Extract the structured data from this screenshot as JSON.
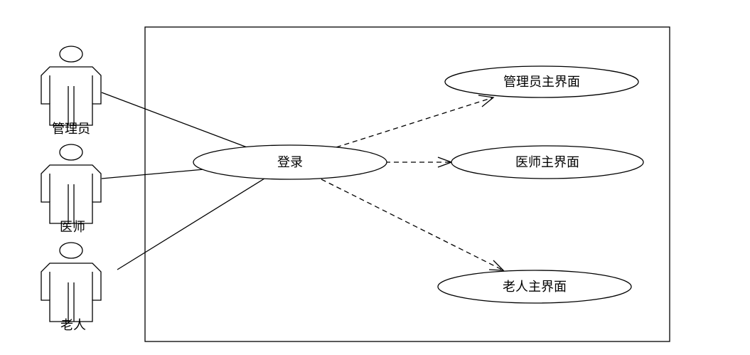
{
  "actors": [
    {
      "id": "admin",
      "label": "管理员"
    },
    {
      "id": "doctor",
      "label": "医师"
    },
    {
      "id": "elder",
      "label": "老人"
    }
  ],
  "use_cases": {
    "login": {
      "label": "登录"
    },
    "admin_main": {
      "label": "管理员主界面"
    },
    "doctor_main": {
      "label": "医师主界面"
    },
    "elder_main": {
      "label": "老人主界面"
    }
  },
  "relations": [
    {
      "from": "admin",
      "to": "login",
      "type": "association"
    },
    {
      "from": "doctor",
      "to": "login",
      "type": "association"
    },
    {
      "from": "elder",
      "to": "login",
      "type": "association"
    },
    {
      "from": "login",
      "to": "admin_main",
      "type": "dependency"
    },
    {
      "from": "login",
      "to": "doctor_main",
      "type": "dependency"
    },
    {
      "from": "login",
      "to": "elder_main",
      "type": "dependency"
    }
  ]
}
